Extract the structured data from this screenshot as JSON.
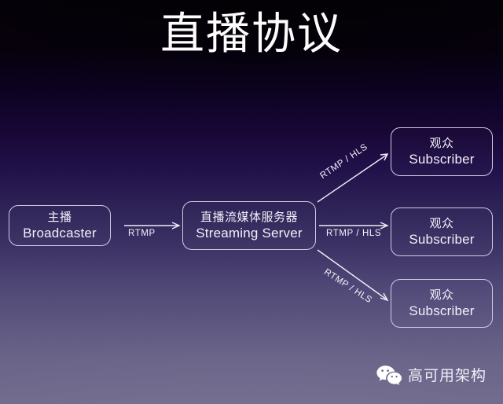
{
  "slide": {
    "title": "直播协议",
    "background_top_color": "#050108",
    "background_bottom_color": "#716b8d",
    "stroke_color": "#efedf8",
    "text_color": "#f2f0fa"
  },
  "nodes": [
    {
      "id": "broadcaster",
      "cn": "主播",
      "en": "Broadcaster"
    },
    {
      "id": "server",
      "cn": "直播流媒体服务器",
      "en": "Streaming Server"
    },
    {
      "id": "subscriber1",
      "cn": "观众",
      "en": "Subscriber"
    },
    {
      "id": "subscriber2",
      "cn": "观众",
      "en": "Subscriber"
    },
    {
      "id": "subscriber3",
      "cn": "观众",
      "en": "Subscriber"
    }
  ],
  "edges": [
    {
      "id": "broadcaster-to-server",
      "label": "RTMP"
    },
    {
      "id": "server-to-subscriber-1",
      "label": "RTMP / HLS"
    },
    {
      "id": "server-to-subscriber-2",
      "label": "RTMP / HLS"
    },
    {
      "id": "server-to-subscriber-3",
      "label": "RTMP / HLS"
    }
  ],
  "watermark": {
    "icon": "wechat-icon",
    "text": "高可用架构"
  }
}
